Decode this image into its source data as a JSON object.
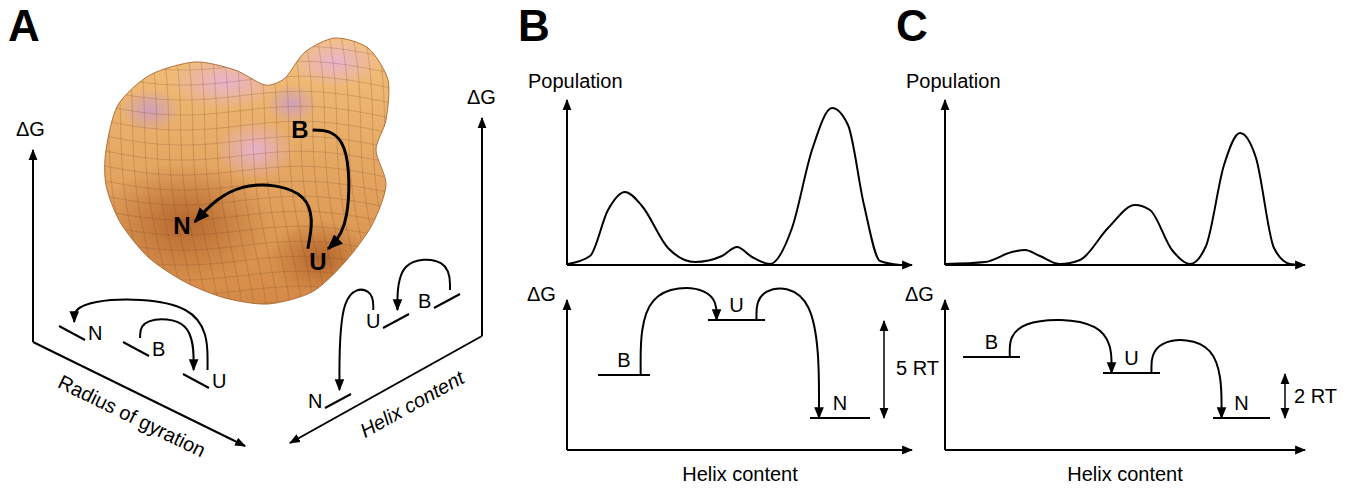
{
  "diagram": {
    "nodes": [
      {
        "text": [
          "N"
        ]
      },
      {
        "text": [
          "B"
        ]
      },
      {
        "text": [
          "U"
        ]
      },
      {
        "text": [
          "N"
        ]
      },
      {
        "text": [
          "B"
        ]
      },
      {
        "text": [
          "U"
        ]
      },
      {
        "text": [
          "U"
        ]
      },
      {
        "text": [
          "B"
        ]
      },
      {
        "text": [
          "N"
        ]
      },
      {
        "text": [
          "B"
        ]
      },
      {
        "text": [
          "U"
        ]
      },
      {
        "text": [
          "N"
        ]
      },
      {
        "text": [
          "B"
        ]
      },
      {
        "text": [
          "U"
        ]
      },
      {
        "text": [
          "N"
        ]
      }
    ],
    "edges": [
      {
        "from": 2,
        "to": 0,
        "arrow": "to"
      },
      {
        "from": 1,
        "to": 2,
        "arrow": "to"
      },
      {
        "from": 5,
        "to": 3,
        "arrow": "to"
      },
      {
        "from": 4,
        "to": 5,
        "arrow": "to"
      },
      {
        "from": 7,
        "to": 6,
        "arrow": "to"
      },
      {
        "from": 6,
        "to": 8,
        "arrow": "to"
      },
      {
        "from": 9,
        "to": 10,
        "arrow": "to"
      },
      {
        "from": 10,
        "to": 11,
        "arrow": "to"
      },
      {
        "from": 12,
        "to": 13,
        "arrow": "to"
      },
      {
        "from": 13,
        "to": 14,
        "arrow": "to"
      }
    ],
    "labels": [
      "A",
      "ΔG",
      "Radius of gyration",
      "ΔG",
      "Helix content",
      "B",
      "Population",
      "ΔG",
      "5 RT",
      "Helix content",
      "C",
      "Population",
      "ΔG",
      "2 RT",
      "Helix content"
    ]
  }
}
